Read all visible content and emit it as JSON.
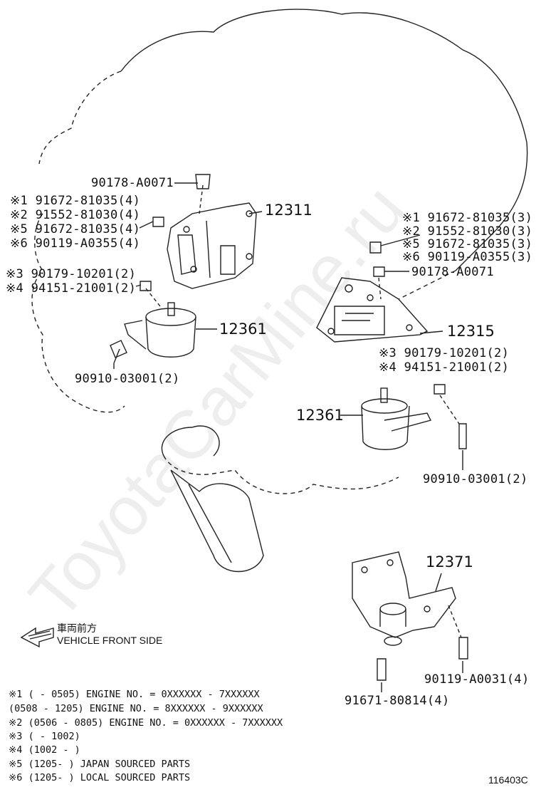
{
  "watermark": "ToyotaCarMine.ru",
  "left_group": {
    "nut_top": "90178-A0071",
    "bolts": [
      "※1 91672-81035(4)",
      "※2 91552-81030(4)",
      "※5 91672-81035(4)",
      "※6 90119-A0355(4)"
    ],
    "bracket": "12311",
    "nuts2": [
      "※3 90179-10201(2)",
      "※4 94151-21001(2)"
    ],
    "insulator": "12361",
    "bottom_bolt": "90910-03001(2)"
  },
  "right_group": {
    "bolts": [
      "※1 91672-81035(3)",
      "※2 91552-81030(3)",
      "※5 91672-81035(3)",
      "※6 90119-A0355(3)"
    ],
    "nut_top": "90178-A0071",
    "bracket": "12315",
    "nuts2": [
      "※3 90179-10201(2)",
      "※4 94151-21001(2)"
    ],
    "insulator": "12361",
    "bottom_bolt": "90910-03001(2)"
  },
  "rear_group": {
    "insulator": "12371",
    "bolt_right": "90119-A0031(4)",
    "bolt_left": "91671-80814(4)"
  },
  "direction": {
    "jp": "車両前方",
    "en": "VEHICLE FRONT SIDE"
  },
  "footnotes": [
    "※1 (        - 0505) ENGINE NO. = 0XXXXXX - 7XXXXXX",
    "    (0508 - 1205) ENGINE NO. = 8XXXXXX - 9XXXXXX",
    "※2 (0506 - 0805) ENGINE NO. = 0XXXXXX - 7XXXXXX",
    "※3 (        - 1002)",
    "※4 (1002 -        )",
    "※5 (1205-         ) JAPAN SOURCED PARTS",
    "※6 (1205-         ) LOCAL SOURCED PARTS"
  ],
  "diagram_id": "116403C"
}
